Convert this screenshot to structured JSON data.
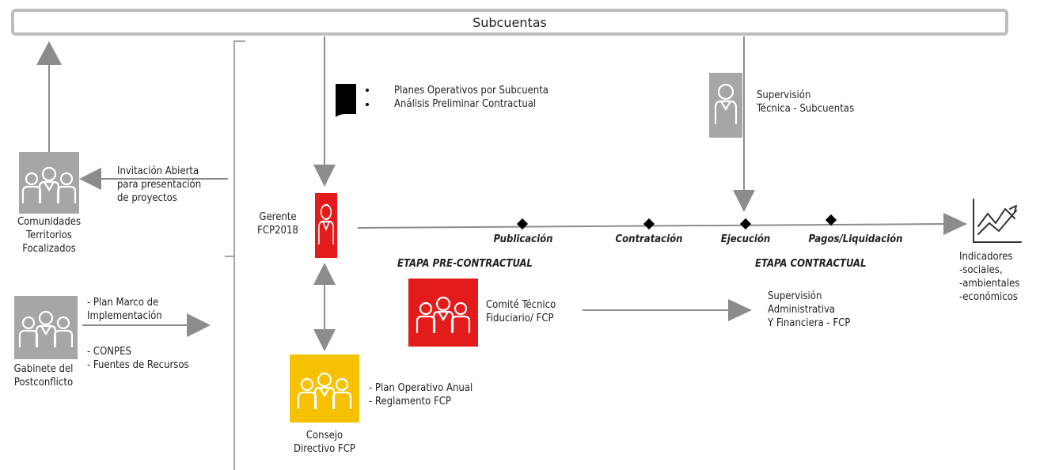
{
  "header": {
    "title": "Subcuentas"
  },
  "actors": {
    "comunidades": {
      "label_lines": [
        "Comunidades",
        "Territorios",
        "Focalizados"
      ]
    },
    "gabinete": {
      "label_lines": [
        "Gabinete del",
        "Postconflicto"
      ]
    },
    "gerente": {
      "label_lines": [
        "Gerente",
        "FCP2018"
      ]
    },
    "consejo": {
      "label_lines": [
        "Consejo",
        "Directivo FCP"
      ]
    },
    "comite": {
      "label_lines": [
        "Comité Técnico",
        "Fiduciario/  FCP"
      ]
    },
    "supervision_tecnica": {
      "label_lines": [
        "Supervisión",
        "Técnica  - Subcuentas"
      ]
    },
    "supervision_admin": {
      "label_lines": [
        "Supervisión",
        "Administrativa",
        "Y Financiera  - FCP"
      ]
    }
  },
  "notes": {
    "invitacion": [
      "Invitación Abierta",
      "para presentación",
      "de proyectos"
    ],
    "planes": [
      "Planes  Operativos por Subcuenta",
      "Análisis Preliminar Contractual"
    ],
    "plan_marco": [
      "- Plan Marco de",
      "Implementación"
    ],
    "conpes": [
      "- CONPES",
      "- Fuentes de Recursos"
    ],
    "plan_operativo": [
      "- Plan Operativo Anual",
      "- Reglamento FCP"
    ]
  },
  "milestones": [
    "Publicación",
    "Contratación",
    "Ejecución",
    "Pagos/Liquidación"
  ],
  "stages": {
    "pre": "ETAPA PRE-CONTRACTUAL",
    "contractual": "ETAPA CONTRACTUAL"
  },
  "indicadores": {
    "label_lines": [
      "Indicadores",
      "-sociales,",
      "-ambientales",
      "-económicos"
    ]
  },
  "colors": {
    "red": "#e31b1b",
    "yellow": "#f5c100",
    "gray_icon": "#a6a6a6",
    "arrow": "#8c8c8c",
    "text": "#222222"
  }
}
